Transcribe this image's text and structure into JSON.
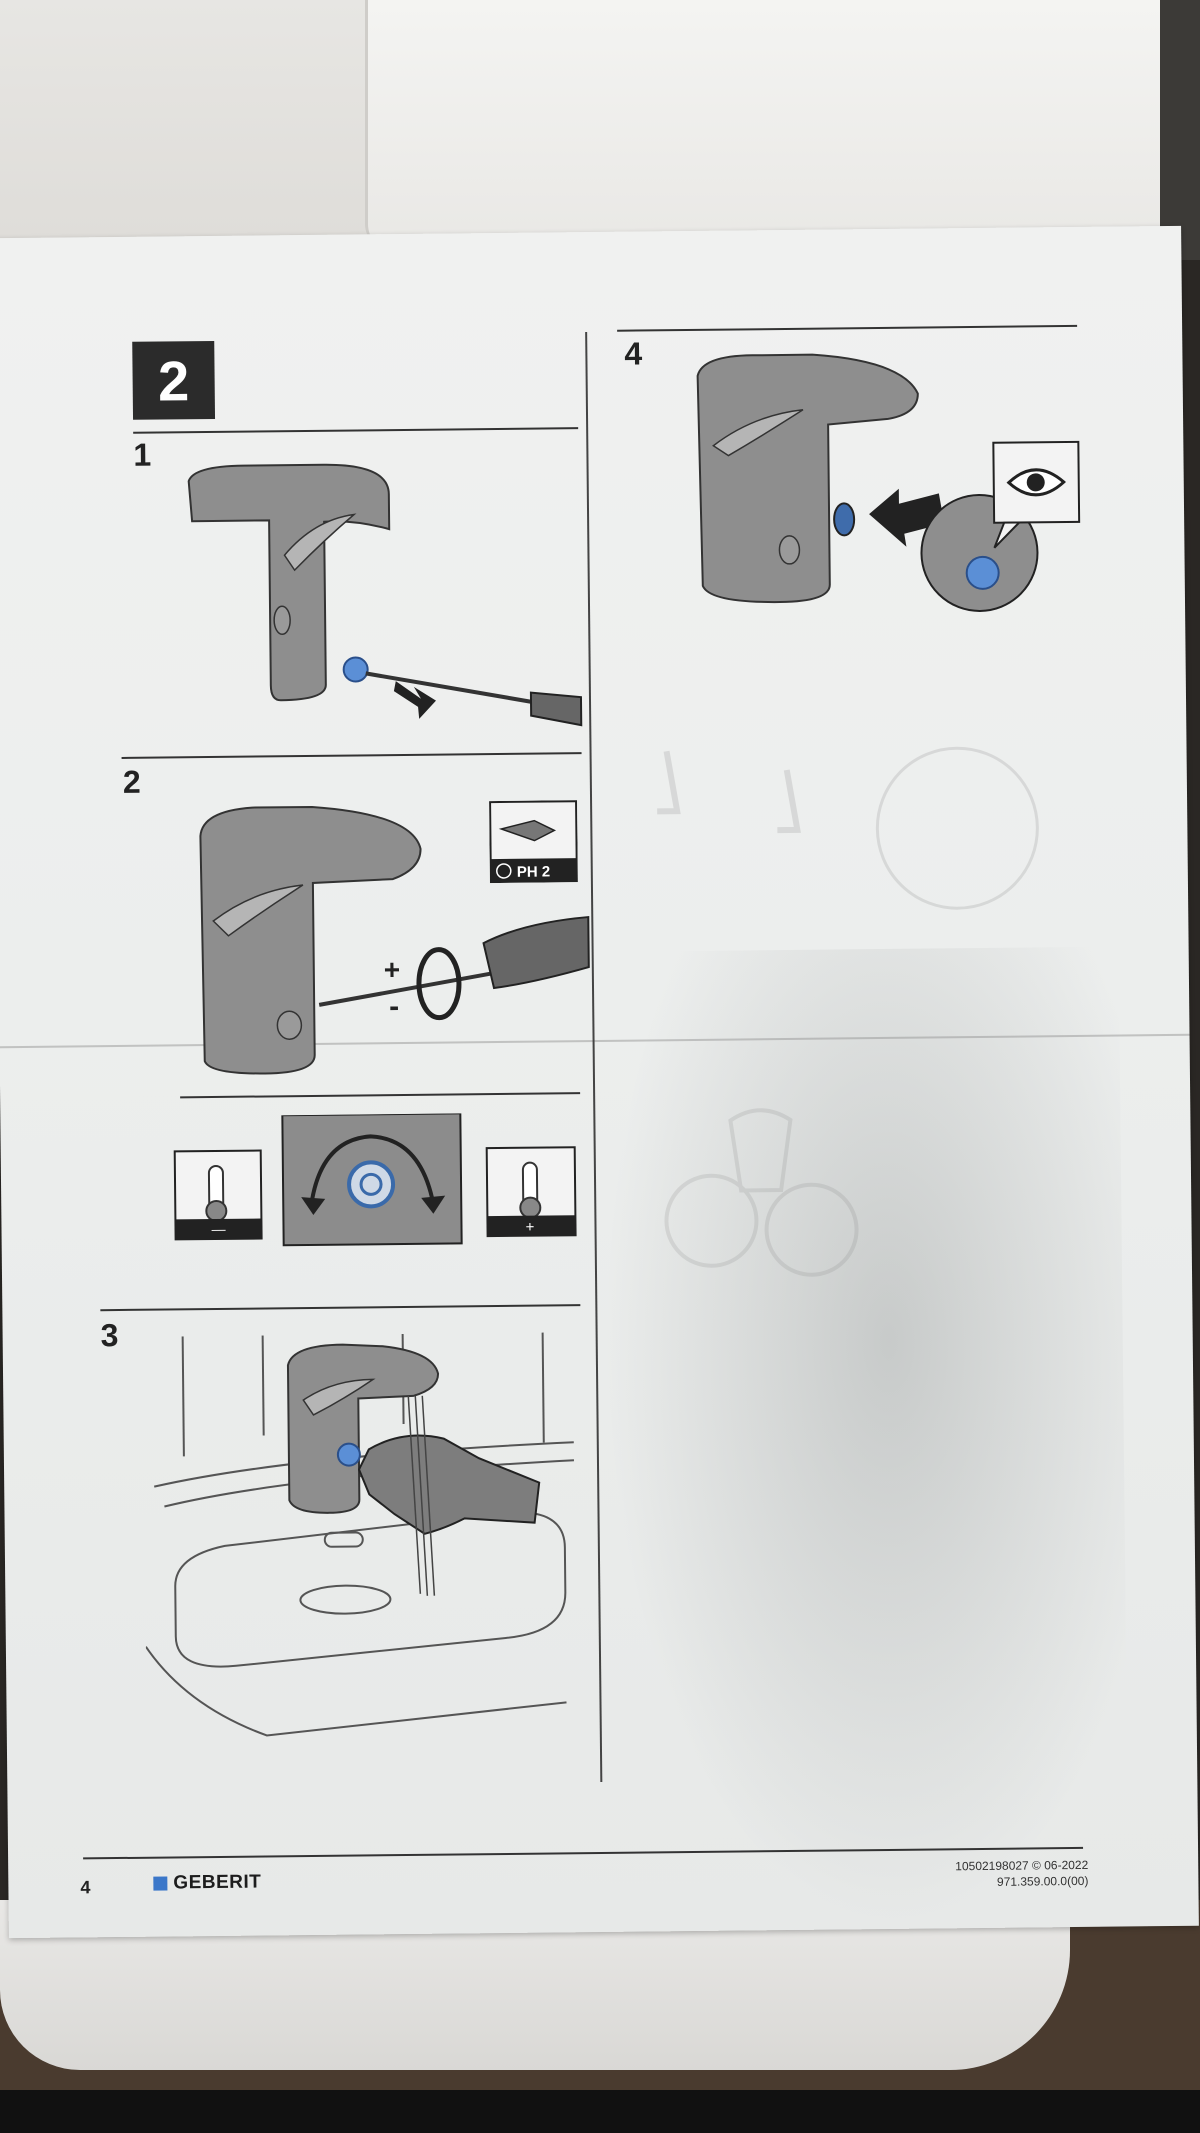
{
  "document": {
    "section_number": "2",
    "steps": [
      {
        "number": "1"
      },
      {
        "number": "2"
      },
      {
        "number": "3"
      },
      {
        "number": "4"
      }
    ],
    "tool_label": "PH 2",
    "adjust_signs": {
      "plus": "+",
      "minus": "-"
    },
    "temp_panels": {
      "left_sign": "—",
      "right_sign": "+"
    }
  },
  "footer": {
    "page_number": "4",
    "brand": "GEBERIT",
    "doc_code": "10502198027 © 06-2022",
    "doc_code_2": "971.359.00.0(00)"
  },
  "colors": {
    "accent_blue": "#5b8fd6",
    "faucet_gray": "#8e8e8e",
    "ink": "#2b2b2b"
  }
}
